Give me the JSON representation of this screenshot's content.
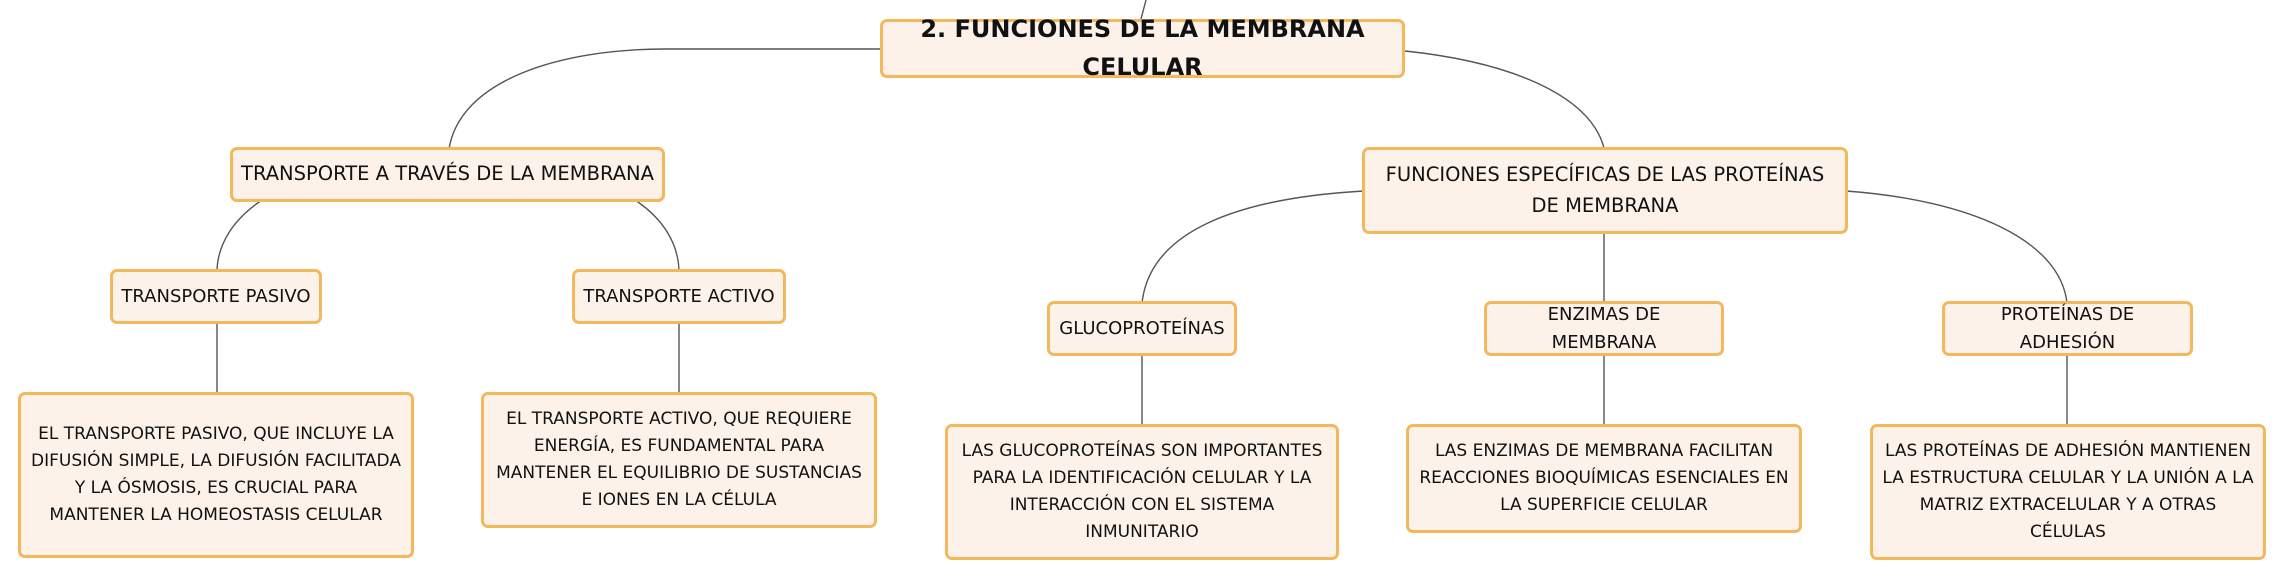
{
  "root": {
    "label": "2. FUNCIONES DE LA MEMBRANA CELULAR"
  },
  "branches": {
    "transporte": {
      "label": "TRANSPORTE A TRAVÉS DE LA MEMBRANA",
      "pasivo": {
        "label": "TRANSPORTE PASIVO",
        "description": "EL TRANSPORTE PASIVO, QUE INCLUYE LA DIFUSIÓN SIMPLE, LA DIFUSIÓN FACILITADA Y LA ÓSMOSIS, ES CRUCIAL PARA MANTENER LA HOMEOSTASIS CELULAR"
      },
      "activo": {
        "label": "TRANSPORTE ACTIVO",
        "description": "EL TRANSPORTE ACTIVO, QUE REQUIERE ENERGÍA, ES FUNDAMENTAL PARA MANTENER EL EQUILIBRIO DE SUSTANCIAS E IONES EN LA CÉLULA"
      }
    },
    "proteinas": {
      "label": "FUNCIONES ESPECÍFICAS DE LAS PROTEÍNAS DE MEMBRANA",
      "glucoproteinas": {
        "label": "GLUCOPROTEÍNAS",
        "description": "LAS GLUCOPROTEÍNAS SON IMPORTANTES PARA LA IDENTIFICACIÓN CELULAR Y LA INTERACCIÓN CON EL SISTEMA INMUNITARIO"
      },
      "enzimas": {
        "label": "ENZIMAS DE MEMBRANA",
        "description": "LAS ENZIMAS DE MEMBRANA FACILITAN REACCIONES BIOQUÍMICAS ESENCIALES EN LA SUPERFICIE CELULAR"
      },
      "adhesion": {
        "label": "PROTEÍNAS DE ADHESIÓN",
        "description": "LAS PROTEÍNAS DE ADHESIÓN MANTIENEN LA ESTRUCTURA CELULAR Y LA UNIÓN A LA MATRIZ EXTRACELULAR Y A OTRAS CÉLULAS"
      }
    }
  },
  "colors": {
    "node_fill": "#fdf2ea",
    "node_border": "#f5b75b",
    "connector": "#555555"
  }
}
